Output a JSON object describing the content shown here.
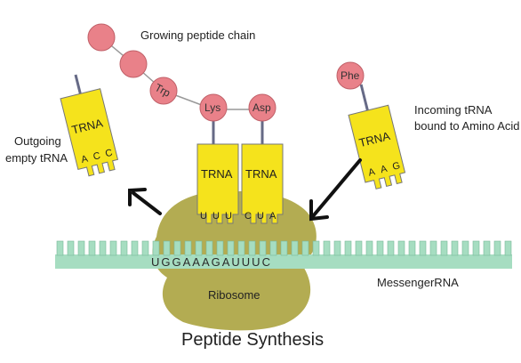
{
  "labels": {
    "growing_chain": "Growing peptide chain",
    "outgoing_line1": "Outgoing",
    "outgoing_line2": "empty tRNA",
    "incoming_line1": "Incoming  tRNA",
    "incoming_line2": "bound to Amino Acid",
    "ribosome": "Ribosome",
    "mrna": "MessengerRNA",
    "title": "Peptide Synthesis"
  },
  "amino_acids": {
    "trp": "Trp",
    "lys": "Lys",
    "asp": "Asp",
    "phe": "Phe"
  },
  "trna": {
    "label": "TRNA",
    "outgoing_anticodon": [
      "A",
      "C",
      "C"
    ],
    "left_anticodon": [
      "U",
      "U",
      "U"
    ],
    "right_anticodon": [
      "C",
      "U",
      "A"
    ],
    "incoming_anticodon": [
      "A",
      "A",
      "G"
    ]
  },
  "mrna_sequence": "UGGAAAGAUUUC",
  "colors": {
    "bead": "#e98189",
    "trna": "#f5e31c",
    "ribosome": "#b3ac52",
    "mrna": "#a6ddc1",
    "arrow": "#111111"
  }
}
